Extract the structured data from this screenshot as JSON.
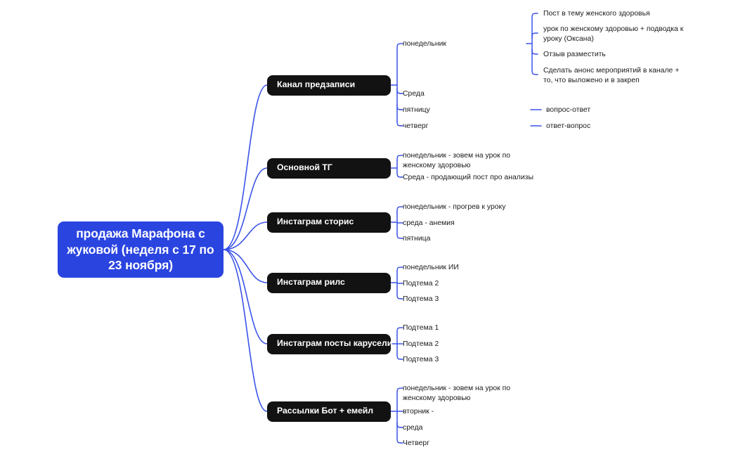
{
  "diagram": {
    "type": "mind-map",
    "colors": {
      "root_fill": "#2a44e0",
      "root_text": "#ffffff",
      "branch_fill": "#121212",
      "branch_text": "#ffffff",
      "connector": "#3a53e8",
      "leaf_text": "#1a1a1a",
      "background": "#ffffff"
    },
    "root": {
      "label": "продажа Марафона с жуковой (неделя с 17 по 23 ноября)"
    },
    "branches": [
      {
        "label": "Канал предзаписи",
        "children": [
          {
            "label": "понедельник",
            "children": [
              {
                "label": "Пост в тему женского здоровья"
              },
              {
                "label": "урок по женскому здоровью  + подводка к уроку (Оксана)"
              },
              {
                "label": "Отзыв разместить"
              },
              {
                "label": "Сделать анонс мероприятий в канале + то, что выложено и в закреп"
              }
            ]
          },
          {
            "label": "Среда",
            "children": []
          },
          {
            "label": "пятницу",
            "children": [
              {
                "label": "вопрос-ответ"
              }
            ]
          },
          {
            "label": "четверг",
            "children": [
              {
                "label": "ответ-вопрос"
              }
            ]
          }
        ]
      },
      {
        "label": "Основной ТГ",
        "children": [
          {
            "label": "понедельник - зовем на урок по женскому здоровью",
            "children": []
          },
          {
            "label": "Среда - продающий пост про анализы",
            "children": []
          }
        ]
      },
      {
        "label": "Инстаграм сторис",
        "children": [
          {
            "label": "понедельник - прогрев к уроку",
            "children": []
          },
          {
            "label": "среда - анемия",
            "children": []
          },
          {
            "label": "пятница",
            "children": []
          }
        ]
      },
      {
        "label": "Инстаграм рилс",
        "children": [
          {
            "label": "понедельник ИИ",
            "children": []
          },
          {
            "label": "Подтема 2",
            "children": []
          },
          {
            "label": "Подтема 3",
            "children": []
          }
        ]
      },
      {
        "label": "Инстаграм посты карусели",
        "children": [
          {
            "label": "Подтема 1",
            "children": []
          },
          {
            "label": "Подтема 2",
            "children": []
          },
          {
            "label": "Подтема 3",
            "children": []
          }
        ]
      },
      {
        "label": "Рассылки Бот + емейл",
        "children": [
          {
            "label": "понедельник - зовем на урок по женскому здоровью",
            "children": []
          },
          {
            "label": "вторник -",
            "children": []
          },
          {
            "label": "среда",
            "children": []
          },
          {
            "label": "Четверг",
            "children": []
          }
        ]
      }
    ]
  }
}
